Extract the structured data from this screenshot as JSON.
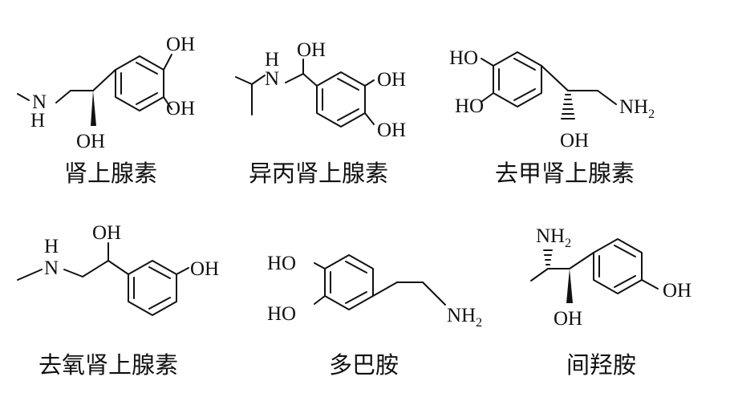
{
  "compounds": [
    {
      "name": "肾上腺素",
      "labels": {
        "oh_top": "OH",
        "oh_right": "OH",
        "n": "N",
        "h": "H",
        "oh_chain": "OH"
      }
    },
    {
      "name": "异丙肾上腺素",
      "labels": {
        "h": "H",
        "n": "N",
        "oh_chain": "OH",
        "oh_top": "OH",
        "oh_bottom": "OH"
      }
    },
    {
      "name": "去甲肾上腺素",
      "labels": {
        "ho_top": "HO",
        "ho_bottom": "HO",
        "nh": "NH",
        "sub": "2",
        "oh_chain": "OH"
      }
    },
    {
      "name": "去氧肾上腺素",
      "labels": {
        "h": "H",
        "n": "N",
        "oh_chain": "OH",
        "oh_ring": "OH"
      }
    },
    {
      "name": "多巴胺",
      "labels": {
        "ho_top": "HO",
        "ho_bottom": "HO",
        "nh": "NH",
        "sub": "2"
      }
    },
    {
      "name": "间羟胺",
      "labels": {
        "nh": "NH",
        "sub": "2",
        "oh_chain": "OH",
        "oh_ring": "OH"
      }
    }
  ]
}
